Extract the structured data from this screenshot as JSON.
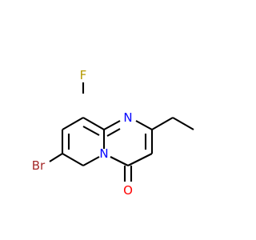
{
  "molecule": {
    "atoms": [
      {
        "id": "Br",
        "label": "Br",
        "color": "#A52A2A"
      },
      {
        "id": "F",
        "label": "F",
        "color": "#B59A00"
      },
      {
        "id": "N1",
        "label": "N",
        "color": "#0000FF"
      },
      {
        "id": "N2",
        "label": "N",
        "color": "#0000FF"
      },
      {
        "id": "O",
        "label": "O",
        "color": "#FF0000"
      }
    ],
    "bond_color": "#000000"
  }
}
